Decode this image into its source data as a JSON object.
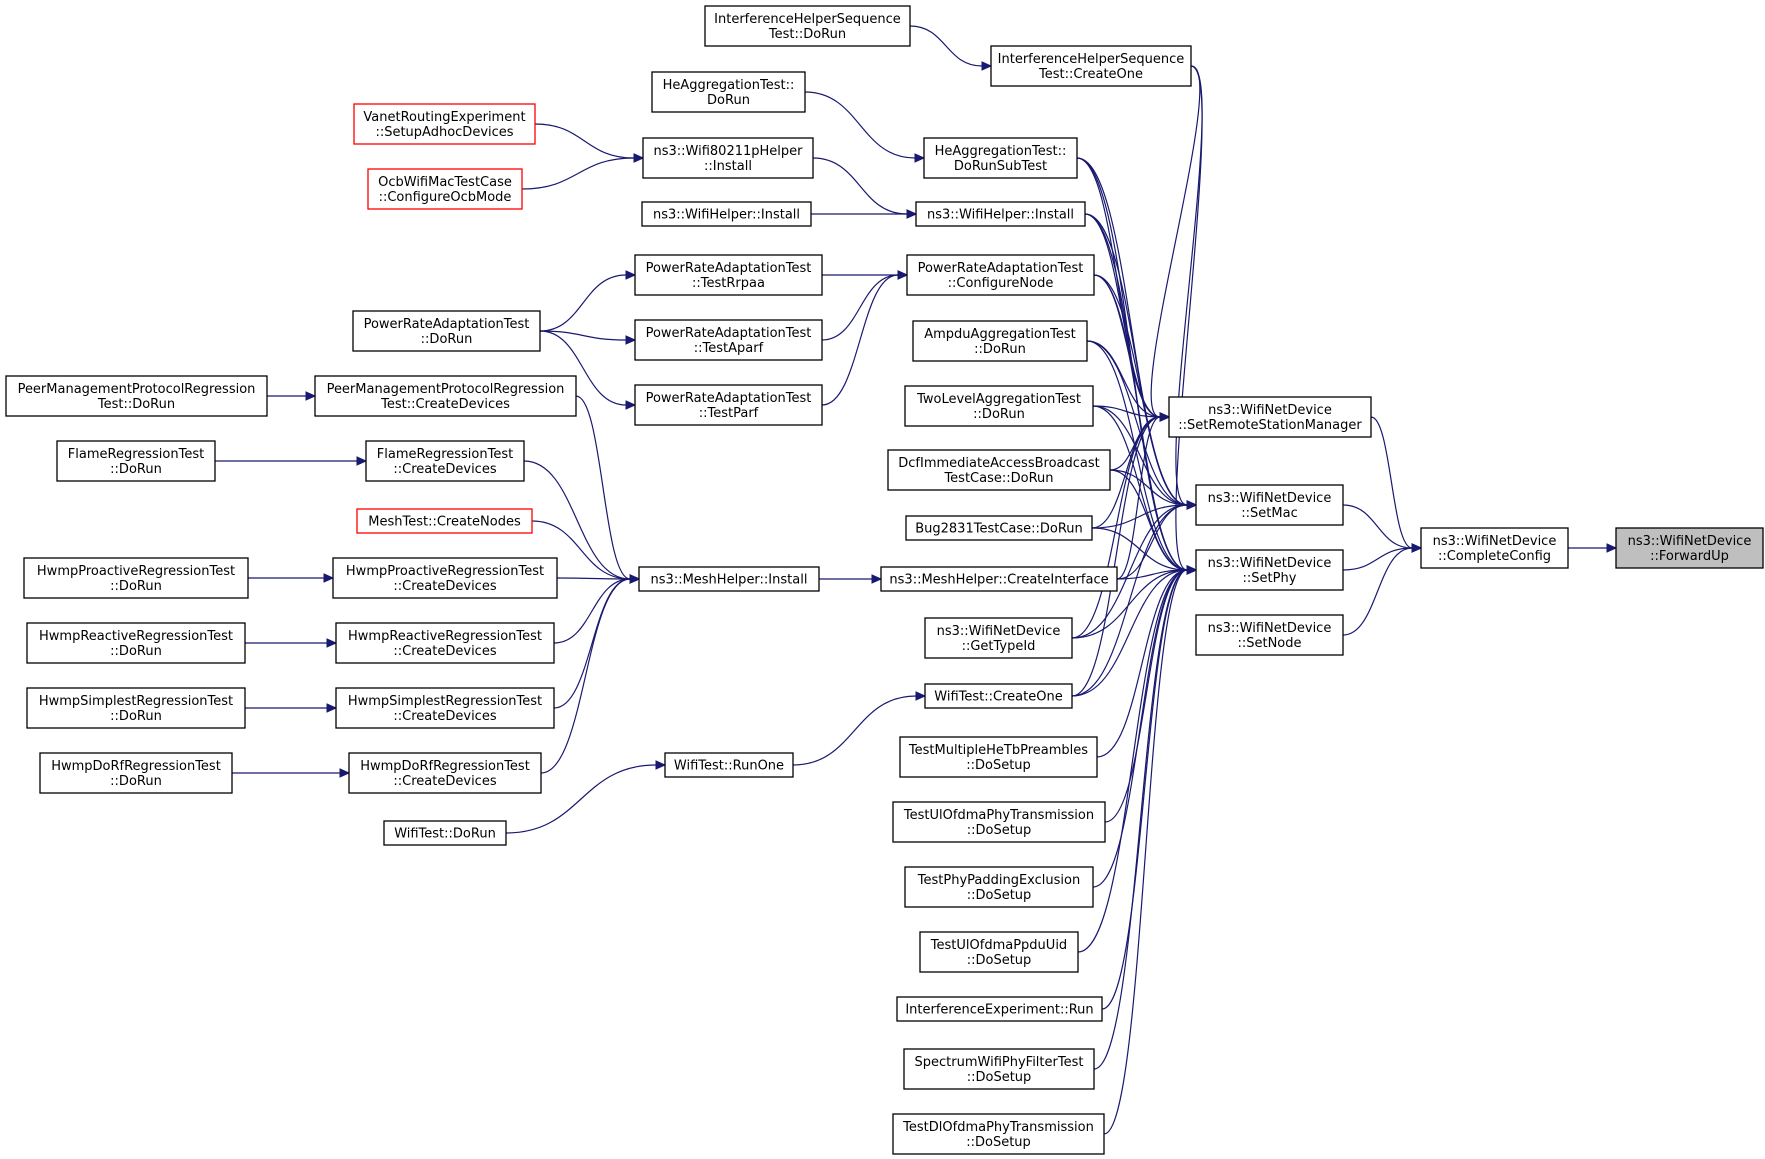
{
  "colors": {
    "edge": "#191970",
    "node_border": "#000000",
    "node_border_incomplete": "#ff0000",
    "focus_fill": "#bfbfbf",
    "node_fill": "#ffffff"
  },
  "nodes": {
    "forwardup": [
      "ns3::WifiNetDevice",
      "::ForwardUp"
    ],
    "completeconfig": [
      "ns3::WifiNetDevice",
      "::CompleteConfig"
    ],
    "setremotestationmanager": [
      "ns3::WifiNetDevice",
      "::SetRemoteStationManager"
    ],
    "setmac": [
      "ns3::WifiNetDevice",
      "::SetMac"
    ],
    "setphy": [
      "ns3::WifiNetDevice",
      "::SetPhy"
    ],
    "setnode": [
      "ns3::WifiNetDevice",
      "::SetNode"
    ],
    "ihs_createone": [
      "InterferenceHelperSequence",
      "Test::CreateOne"
    ],
    "ihs_dorun": [
      "InterferenceHelperSequence",
      "Test::DoRun"
    ],
    "heagg_dorunsubtest": [
      "HeAggregationTest::",
      "DoRunSubTest"
    ],
    "heagg_dorun": [
      "HeAggregationTest::",
      "DoRun"
    ],
    "wifihelper_install": [
      "ns3::WifiHelper::Install"
    ],
    "wifihelper_install2": [
      "ns3::WifiHelper::Install"
    ],
    "wifi80211p_install": [
      "ns3::Wifi80211pHelper",
      "::Install"
    ],
    "vanet_setup": [
      "VanetRoutingExperiment",
      "::SetupAdhocDevices"
    ],
    "ocb_configure": [
      "OcbWifiMacTestCase",
      "::ConfigureOcbMode"
    ],
    "pra_configurenode": [
      "PowerRateAdaptationTest",
      "::ConfigureNode"
    ],
    "pra_testrrpaa": [
      "PowerRateAdaptationTest",
      "::TestRrpaa"
    ],
    "pra_testaparf": [
      "PowerRateAdaptationTest",
      "::TestAparf"
    ],
    "pra_testparf": [
      "PowerRateAdaptationTest",
      "::TestParf"
    ],
    "pra_dorun": [
      "PowerRateAdaptationTest",
      "::DoRun"
    ],
    "ampdu_dorun": [
      "AmpduAggregationTest",
      "::DoRun"
    ],
    "twolevel_dorun": [
      "TwoLevelAggregationTest",
      "::DoRun"
    ],
    "dcf_dorun": [
      "DcfImmediateAccessBroadcast",
      "TestCase::DoRun"
    ],
    "bug2831_dorun": [
      "Bug2831TestCase::DoRun"
    ],
    "meshhelper_createinterface": [
      "ns3::MeshHelper::CreateInterface"
    ],
    "wnd_gettypeid": [
      "ns3::WifiNetDevice",
      "::GetTypeId"
    ],
    "wifitest_createone": [
      "WifiTest::CreateOne"
    ],
    "multiplehetb_dosetup": [
      "TestMultipleHeTbPreambles",
      "::DoSetup"
    ],
    "ulofdmaphy_dosetup": [
      "TestUlOfdmaPhyTransmission",
      "::DoSetup"
    ],
    "phypadding_dosetup": [
      "TestPhyPaddingExclusion",
      "::DoSetup"
    ],
    "ulofdmappdu_dosetup": [
      "TestUlOfdmaPpduUid",
      "::DoSetup"
    ],
    "interfexp_run": [
      "InterferenceExperiment::Run"
    ],
    "spectrumfilter_dosetup": [
      "SpectrumWifiPhyFilterTest",
      "::DoSetup"
    ],
    "dlofdmaphy_dosetup": [
      "TestDlOfdmaPhyTransmission",
      "::DoSetup"
    ],
    "meshhelper_install": [
      "ns3::MeshHelper::Install"
    ],
    "wifitest_runone": [
      "WifiTest::RunOne"
    ],
    "wifitest_dorun": [
      "WifiTest::DoRun"
    ],
    "pmp_createdevices": [
      "PeerManagementProtocolRegression",
      "Test::CreateDevices"
    ],
    "pmp_dorun": [
      "PeerManagementProtocolRegression",
      "Test::DoRun"
    ],
    "flame_createdevices": [
      "FlameRegressionTest",
      "::CreateDevices"
    ],
    "flame_dorun": [
      "FlameRegressionTest",
      "::DoRun"
    ],
    "meshtest_createnodes": [
      "MeshTest::CreateNodes"
    ],
    "hwmpproactive_createdevices": [
      "HwmpProactiveRegressionTest",
      "::CreateDevices"
    ],
    "hwmpproactive_dorun": [
      "HwmpProactiveRegressionTest",
      "::DoRun"
    ],
    "hwmpreactive_createdevices": [
      "HwmpReactiveRegressionTest",
      "::CreateDevices"
    ],
    "hwmpreactive_dorun": [
      "HwmpReactiveRegressionTest",
      "::DoRun"
    ],
    "hwmpsimplest_createdevices": [
      "HwmpSimplestRegressionTest",
      "::CreateDevices"
    ],
    "hwmpsimplest_dorun": [
      "HwmpSimplestRegressionTest",
      "::DoRun"
    ],
    "hwmpdorf_createdevices": [
      "HwmpDoRfRegressionTest",
      "::CreateDevices"
    ],
    "hwmpdorf_dorun": [
      "HwmpDoRfRegressionTest",
      "::DoRun"
    ]
  },
  "focus_node": "forwardup",
  "incomplete_nodes": [
    "vanet_setup",
    "ocb_configure",
    "meshtest_createnodes"
  ],
  "edges": [
    [
      "completeconfig",
      "forwardup"
    ],
    [
      "setremotestationmanager",
      "completeconfig"
    ],
    [
      "setmac",
      "completeconfig"
    ],
    [
      "setphy",
      "completeconfig"
    ],
    [
      "setnode",
      "completeconfig"
    ],
    [
      "ihs_createone",
      "setremotestationmanager"
    ],
    [
      "heagg_dorunsubtest",
      "setremotestationmanager"
    ],
    [
      "wifihelper_install",
      "setremotestationmanager"
    ],
    [
      "pra_configurenode",
      "setremotestationmanager"
    ],
    [
      "ampdu_dorun",
      "setremotestationmanager"
    ],
    [
      "twolevel_dorun",
      "setremotestationmanager"
    ],
    [
      "dcf_dorun",
      "setremotestationmanager"
    ],
    [
      "bug2831_dorun",
      "setremotestationmanager"
    ],
    [
      "meshhelper_createinterface",
      "setremotestationmanager"
    ],
    [
      "wnd_gettypeid",
      "setremotestationmanager"
    ],
    [
      "wifitest_createone",
      "setremotestationmanager"
    ],
    [
      "ihs_createone",
      "setmac"
    ],
    [
      "heagg_dorunsubtest",
      "setmac"
    ],
    [
      "wifihelper_install",
      "setmac"
    ],
    [
      "pra_configurenode",
      "setmac"
    ],
    [
      "ampdu_dorun",
      "setmac"
    ],
    [
      "twolevel_dorun",
      "setmac"
    ],
    [
      "dcf_dorun",
      "setmac"
    ],
    [
      "bug2831_dorun",
      "setmac"
    ],
    [
      "meshhelper_createinterface",
      "setmac"
    ],
    [
      "wnd_gettypeid",
      "setmac"
    ],
    [
      "wifitest_createone",
      "setmac"
    ],
    [
      "ihs_createone",
      "setphy"
    ],
    [
      "heagg_dorunsubtest",
      "setphy"
    ],
    [
      "wifihelper_install",
      "setphy"
    ],
    [
      "pra_configurenode",
      "setphy"
    ],
    [
      "ampdu_dorun",
      "setphy"
    ],
    [
      "twolevel_dorun",
      "setphy"
    ],
    [
      "dcf_dorun",
      "setphy"
    ],
    [
      "bug2831_dorun",
      "setphy"
    ],
    [
      "meshhelper_createinterface",
      "setphy"
    ],
    [
      "wnd_gettypeid",
      "setphy"
    ],
    [
      "wifitest_createone",
      "setphy"
    ],
    [
      "multiplehetb_dosetup",
      "setphy"
    ],
    [
      "ulofdmaphy_dosetup",
      "setphy"
    ],
    [
      "phypadding_dosetup",
      "setphy"
    ],
    [
      "ulofdmappdu_dosetup",
      "setphy"
    ],
    [
      "interfexp_run",
      "setphy"
    ],
    [
      "spectrumfilter_dosetup",
      "setphy"
    ],
    [
      "dlofdmaphy_dosetup",
      "setphy"
    ],
    [
      "ihs_dorun",
      "ihs_createone"
    ],
    [
      "heagg_dorun",
      "heagg_dorunsubtest"
    ],
    [
      "wifi80211p_install",
      "wifihelper_install"
    ],
    [
      "wifihelper_install2",
      "wifihelper_install"
    ],
    [
      "vanet_setup",
      "wifi80211p_install"
    ],
    [
      "ocb_configure",
      "wifi80211p_install"
    ],
    [
      "pra_testrrpaa",
      "pra_configurenode"
    ],
    [
      "pra_testaparf",
      "pra_configurenode"
    ],
    [
      "pra_testparf",
      "pra_configurenode"
    ],
    [
      "pra_dorun",
      "pra_testrrpaa"
    ],
    [
      "pra_dorun",
      "pra_testaparf"
    ],
    [
      "pra_dorun",
      "pra_testparf"
    ],
    [
      "meshhelper_install",
      "meshhelper_createinterface"
    ],
    [
      "wifitest_runone",
      "wifitest_createone"
    ],
    [
      "wifitest_dorun",
      "wifitest_runone"
    ],
    [
      "pmp_createdevices",
      "meshhelper_install"
    ],
    [
      "flame_createdevices",
      "meshhelper_install"
    ],
    [
      "meshtest_createnodes",
      "meshhelper_install"
    ],
    [
      "hwmpproactive_createdevices",
      "meshhelper_install"
    ],
    [
      "hwmpreactive_createdevices",
      "meshhelper_install"
    ],
    [
      "hwmpsimplest_createdevices",
      "meshhelper_install"
    ],
    [
      "hwmpdorf_createdevices",
      "meshhelper_install"
    ],
    [
      "pmp_dorun",
      "pmp_createdevices"
    ],
    [
      "flame_dorun",
      "flame_createdevices"
    ],
    [
      "hwmpproactive_dorun",
      "hwmpproactive_createdevices"
    ],
    [
      "hwmpreactive_dorun",
      "hwmpreactive_createdevices"
    ],
    [
      "hwmpsimplest_dorun",
      "hwmpsimplest_createdevices"
    ],
    [
      "hwmpdorf_dorun",
      "hwmpdorf_createdevices"
    ]
  ]
}
